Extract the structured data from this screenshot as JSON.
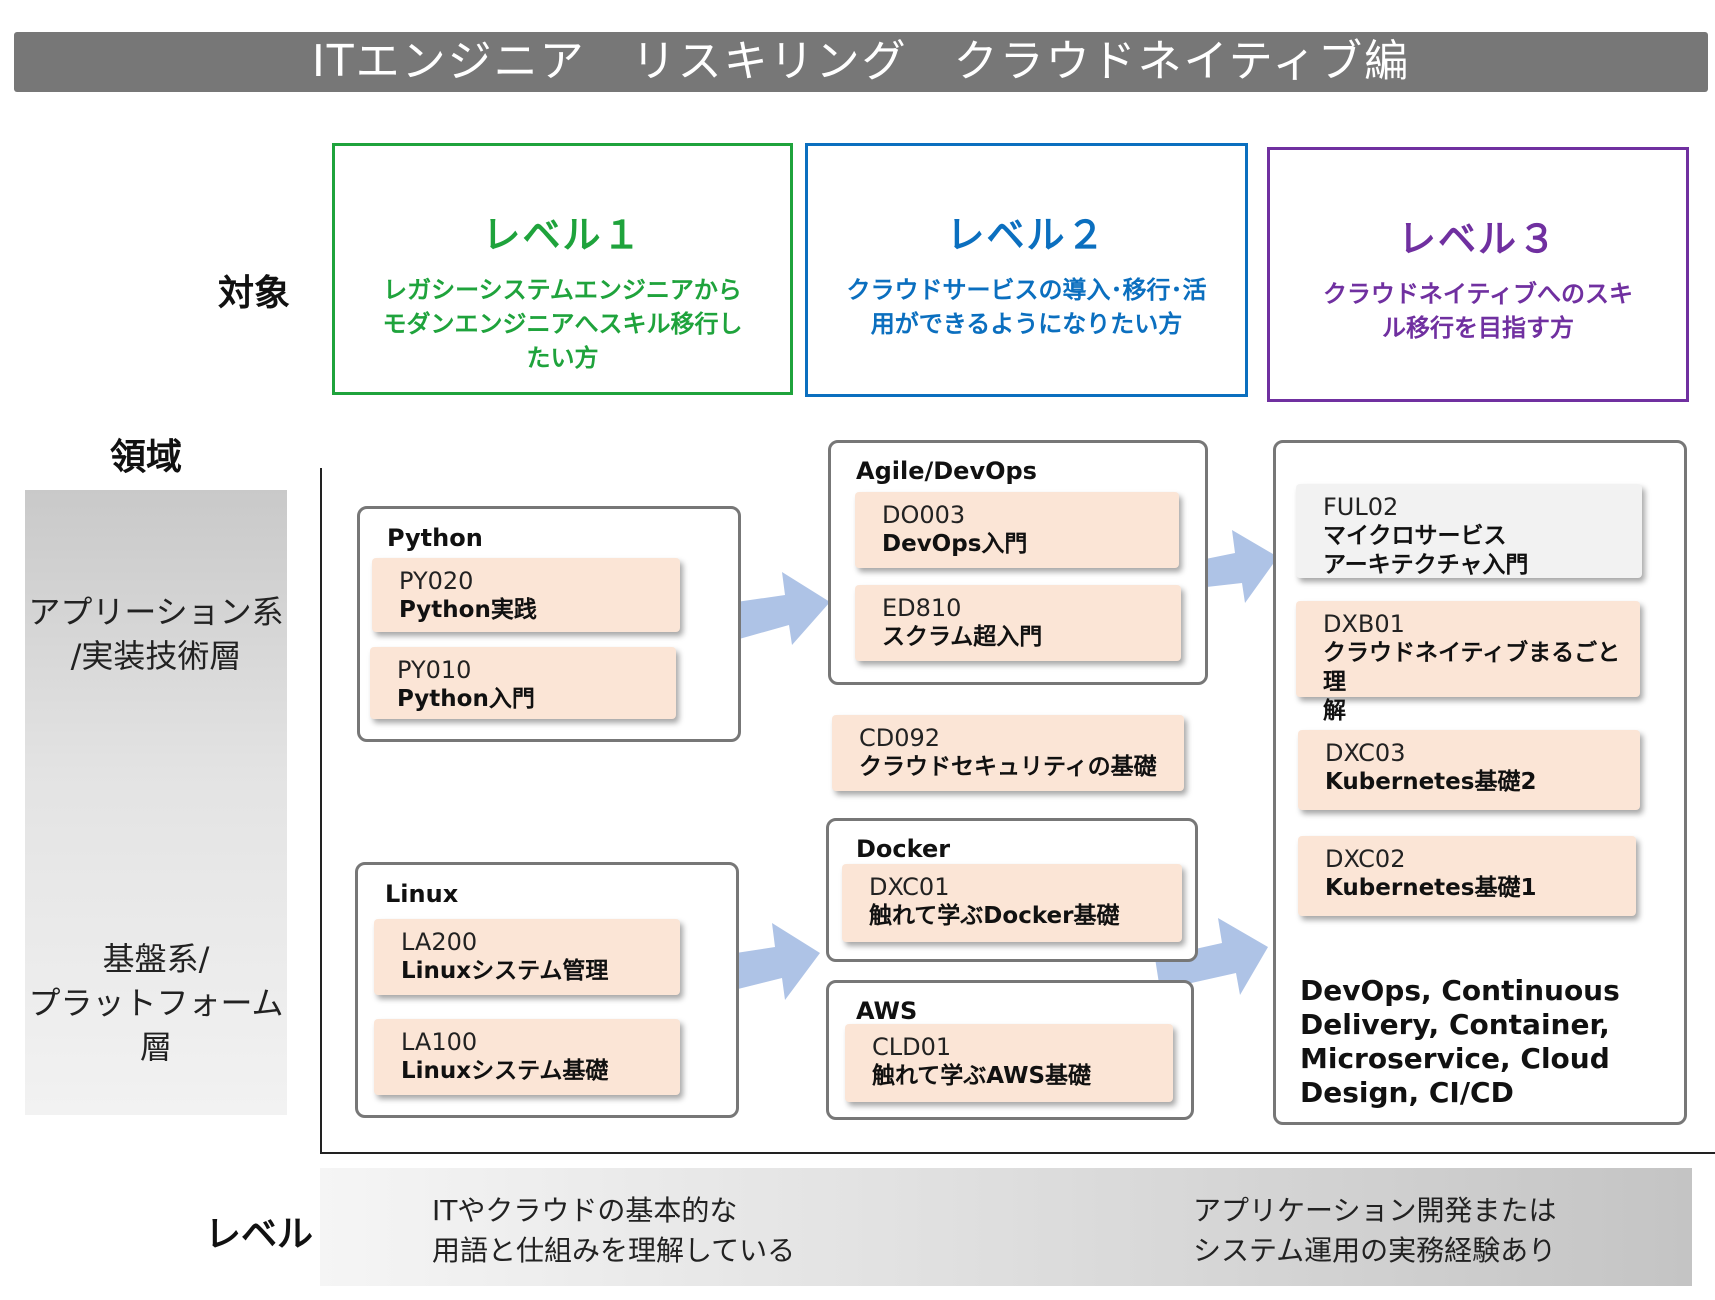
{
  "title": "ITエンジニア　リスキリング　クラウドネイティブ編",
  "labels": {
    "target": "対象",
    "domain": "領域",
    "level": "レベル"
  },
  "colors": {
    "level1": "#1fa33c",
    "level2": "#0b6fbf",
    "level3": "#7030a0",
    "arrow": "#aec3e6",
    "card": "#fbe5d6"
  },
  "levels": [
    {
      "name": "レベル１",
      "desc": "レガシーシステムエンジニアからモダンエンジニアへスキル移行したい方"
    },
    {
      "name": "レベル２",
      "desc": "クラウドサービスの導入･移行･活用ができるようになりたい方"
    },
    {
      "name": "レベル３",
      "desc": "クラウドネイティブへのスキル移行を目指す方"
    }
  ],
  "domains": {
    "application": "アプリーション系\n/実装技術層",
    "platform": "基盤系/\nプラットフォーム層"
  },
  "groups": {
    "python": {
      "title": "Python",
      "courses": [
        {
          "code": "PY020",
          "name": "Python実践"
        },
        {
          "code": "PY010",
          "name": "Python入門"
        }
      ]
    },
    "linux": {
      "title": "Linux",
      "courses": [
        {
          "code": "LA200",
          "name": "Linuxシステム管理"
        },
        {
          "code": "LA100",
          "name": "Linuxシステム基礎"
        }
      ]
    },
    "agile": {
      "title": "Agile/DevOps",
      "courses": [
        {
          "code": "DO003",
          "name": "DevOps入門"
        },
        {
          "code": "ED810",
          "name": "スクラム超入門"
        }
      ]
    },
    "security": {
      "code": "CD092",
      "name": "クラウドセキュリティの基礎"
    },
    "docker": {
      "title": "Docker",
      "courses": [
        {
          "code": "DXC01",
          "name": "触れて学ぶDocker基礎"
        }
      ]
    },
    "aws": {
      "title": "AWS",
      "courses": [
        {
          "code": "CLD01",
          "name": "触れて学ぶAWS基礎"
        }
      ]
    },
    "level3": {
      "courses": [
        {
          "code": "FUL02",
          "name": " マイクロサービス\nアーキテクチャ入門"
        },
        {
          "code": "DXB01",
          "name": "クラウドネイティブまるごと理\n解"
        },
        {
          "code": "DXC03",
          "name": "Kubernetes基礎2"
        },
        {
          "code": "DXC02",
          "name": "Kubernetes基礎1"
        }
      ],
      "keywords": "DevOps, Continuous\nDelivery, Container,\nMicroservice, Cloud\nDesign, CI/CD"
    }
  },
  "bottom": {
    "left": "ITやクラウドの基本的な\n用語と仕組みを理解している",
    "right": "アプリケーション開発または\nシステム運用の実務経験あり"
  }
}
